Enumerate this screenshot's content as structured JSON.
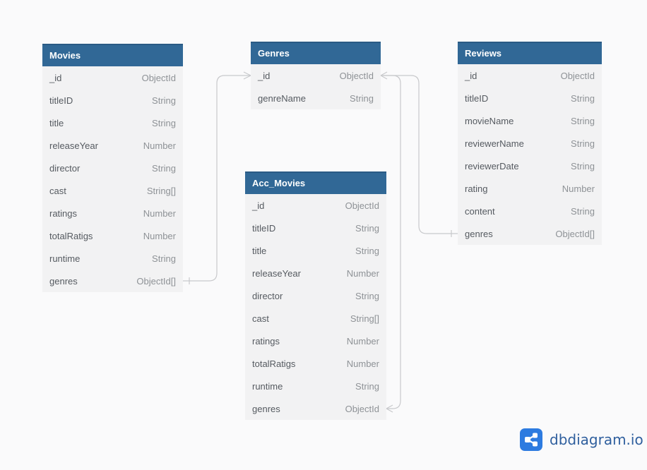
{
  "tables": {
    "movies": {
      "name": "Movies",
      "fields": [
        {
          "name": "_id",
          "type": "ObjectId"
        },
        {
          "name": "titleID",
          "type": "String"
        },
        {
          "name": "title",
          "type": "String"
        },
        {
          "name": "releaseYear",
          "type": "Number"
        },
        {
          "name": "director",
          "type": "String"
        },
        {
          "name": "cast",
          "type": "String[]"
        },
        {
          "name": "ratings",
          "type": "Number"
        },
        {
          "name": "totalRatigs",
          "type": "Number"
        },
        {
          "name": "runtime",
          "type": "String"
        },
        {
          "name": "genres",
          "type": "ObjectId[]"
        }
      ]
    },
    "genres": {
      "name": "Genres",
      "fields": [
        {
          "name": "_id",
          "type": "ObjectId"
        },
        {
          "name": "genreName",
          "type": "String"
        }
      ]
    },
    "reviews": {
      "name": "Reviews",
      "fields": [
        {
          "name": "_id",
          "type": "ObjectId"
        },
        {
          "name": "titleID",
          "type": "String"
        },
        {
          "name": "movieName",
          "type": "String"
        },
        {
          "name": "reviewerName",
          "type": "String"
        },
        {
          "name": "reviewerDate",
          "type": "String"
        },
        {
          "name": "rating",
          "type": "Number"
        },
        {
          "name": "content",
          "type": "String"
        },
        {
          "name": "genres",
          "type": "ObjectId[]"
        }
      ]
    },
    "acc_movies": {
      "name": "Acc_Movies",
      "fields": [
        {
          "name": "_id",
          "type": "ObjectId"
        },
        {
          "name": "titleID",
          "type": "String"
        },
        {
          "name": "title",
          "type": "String"
        },
        {
          "name": "releaseYear",
          "type": "Number"
        },
        {
          "name": "director",
          "type": "String"
        },
        {
          "name": "cast",
          "type": "String[]"
        },
        {
          "name": "ratings",
          "type": "Number"
        },
        {
          "name": "totalRatigs",
          "type": "Number"
        },
        {
          "name": "runtime",
          "type": "String"
        },
        {
          "name": "genres",
          "type": "ObjectId"
        }
      ]
    }
  },
  "relationships": [
    {
      "from": "Movies.genres",
      "to": "Genres._id"
    },
    {
      "from": "Reviews.genres",
      "to": "Genres._id"
    },
    {
      "from": "Acc_Movies.genres",
      "to": "Genres._id"
    }
  ],
  "brand": {
    "logo_text": "dbdiagram.io",
    "logo_icon": "share-nodes-icon",
    "accent": "#316896"
  }
}
